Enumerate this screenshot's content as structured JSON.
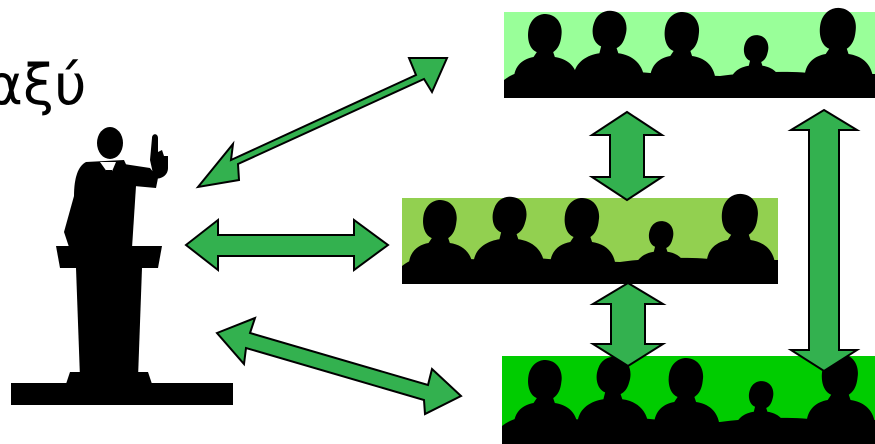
{
  "title_fragment": "αξύ",
  "colors": {
    "arrow_fill": "#33b14f",
    "arrow_stroke": "#000000",
    "silhouette": "#000000",
    "audience_top_bg": "#99ff99",
    "audience_middle_bg": "#92d050",
    "audience_bottom_bg": "#00cc00",
    "background": "#ffffff"
  },
  "diagram": {
    "nodes": [
      {
        "id": "speaker",
        "icon": "speaker-at-podium-icon"
      },
      {
        "id": "audience-top",
        "icon": "audience-silhouettes-icon"
      },
      {
        "id": "audience-middle",
        "icon": "audience-silhouettes-icon"
      },
      {
        "id": "audience-bottom",
        "icon": "audience-silhouettes-icon"
      }
    ],
    "edges": [
      {
        "from": "speaker",
        "to": "audience-top",
        "kind": "double-arrow"
      },
      {
        "from": "speaker",
        "to": "audience-middle",
        "kind": "double-arrow"
      },
      {
        "from": "speaker",
        "to": "audience-bottom",
        "kind": "double-arrow"
      },
      {
        "from": "audience-top",
        "to": "audience-middle",
        "kind": "double-arrow"
      },
      {
        "from": "audience-middle",
        "to": "audience-bottom",
        "kind": "double-arrow"
      },
      {
        "from": "audience-top",
        "to": "audience-bottom",
        "kind": "double-arrow"
      }
    ]
  }
}
